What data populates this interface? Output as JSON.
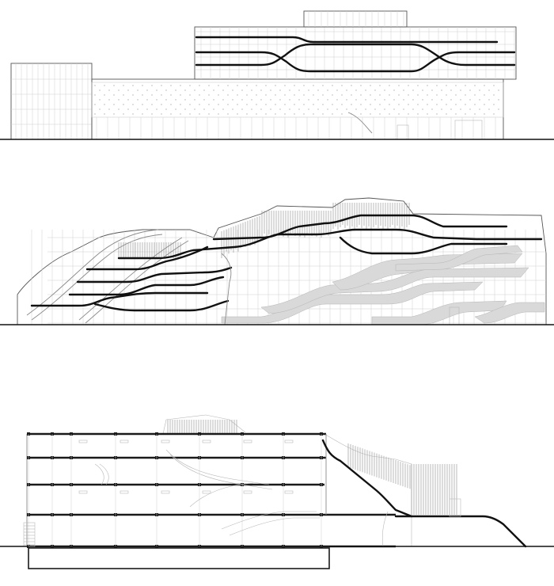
{
  "drawing_sheet": {
    "panels": [
      {
        "id": "elevation-top",
        "kind": "elevation"
      },
      {
        "id": "elevation-middle",
        "kind": "elevation"
      },
      {
        "id": "section-bottom",
        "kind": "section"
      }
    ],
    "colors": {
      "background": "#ffffff",
      "line_bold": "#111111",
      "line_light": "#b8b8b8",
      "fill_gray": "#d9d9d9"
    }
  }
}
